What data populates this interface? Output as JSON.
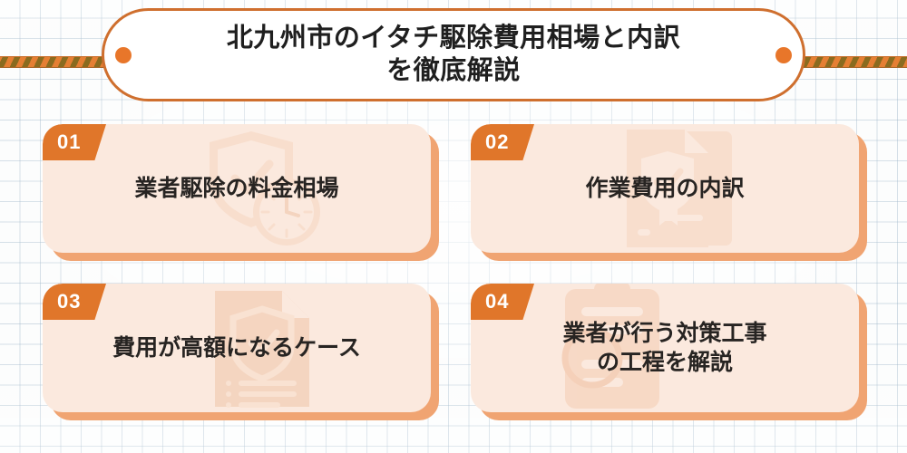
{
  "header": {
    "title": "北九州市のイタチ駆除費用相場と内訳\nを徹底解説",
    "ribbon_left_name": "rope-left",
    "ribbon_right_name": "rope-right",
    "accent_color": "#cf6f2e",
    "stud_color": "#e8762a"
  },
  "theme": {
    "orange": "#e0762a",
    "card_bg": "#fbe9de",
    "card_shadow": "#f0a472",
    "text": "#272422",
    "grid_line": "#96afc4",
    "page_bg": "#fcfdfd"
  },
  "cards": [
    {
      "number": "01",
      "label": "業者駆除の料金相場",
      "icon": "shield-check-clock-icon"
    },
    {
      "number": "02",
      "label": "作業費用の内訳",
      "icon": "document-shield-check-icon"
    },
    {
      "number": "03",
      "label": "費用が高額になるケース",
      "icon": "document-shield-list-icon"
    },
    {
      "number": "04",
      "label": "業者が行う対策工事\nの工程を解説",
      "icon": "clipboard-lines-icon"
    }
  ]
}
